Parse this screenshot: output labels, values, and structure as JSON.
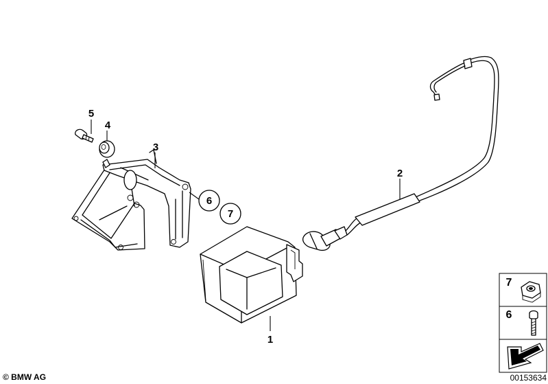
{
  "callouts": {
    "c1": "1",
    "c2": "2",
    "c3": "3",
    "c4": "4",
    "c5": "5",
    "c6": "6",
    "c7": "7"
  },
  "legend": {
    "item_top": "7",
    "item_bottom": "6"
  },
  "copyright": "© BMW AG",
  "diagram_number": "00153634"
}
